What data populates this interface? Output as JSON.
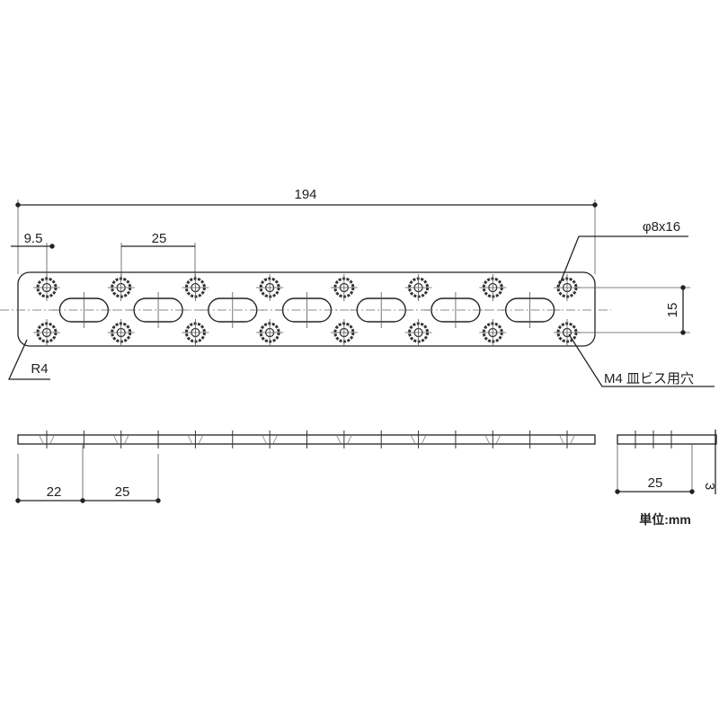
{
  "drawing": {
    "dimensions": {
      "overall_length": "194",
      "edge_to_hole": "9.5",
      "hole_pitch": "25",
      "slot_size": "φ8x16",
      "hole_spacing_vertical": "15",
      "corner_radius": "R4",
      "hole_note": "M4  皿ビス用穴",
      "side_edge": "22",
      "side_pitch": "25",
      "width": "25",
      "thickness": "3"
    },
    "unit_label": "単位:mm",
    "hole_columns": 8,
    "slot_count": 7
  }
}
